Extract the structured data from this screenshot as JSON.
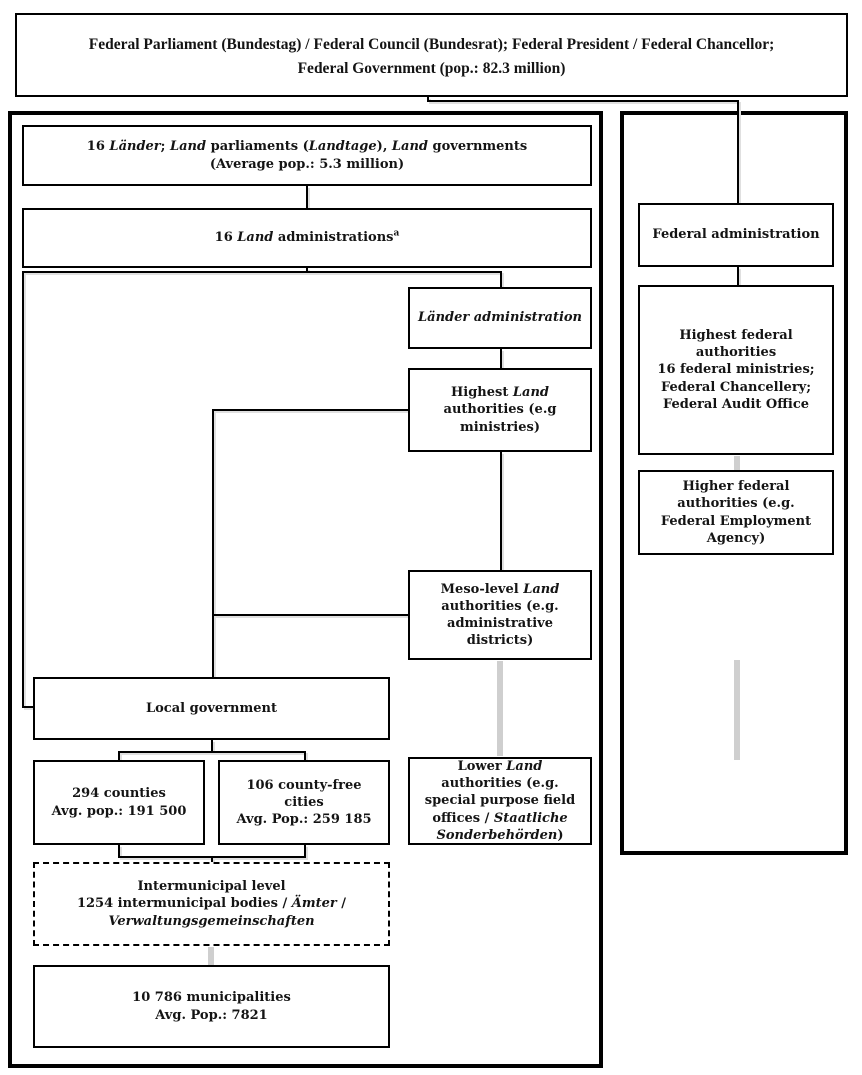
{
  "diagram_title": "German federal, Land and local administration structure",
  "colors": {
    "line": "#000000",
    "faded_line": "#cfcfcf",
    "background": "#ffffff",
    "text": "#141414"
  },
  "boxes": {
    "top": {
      "segments": [
        {
          "t": "Federal Parliament (Bundestag) / Federal Council (Bundesrat); Federal President / Federal Chancellor;"
        },
        {
          "br": true
        },
        {
          "t": "Federal Government (pop.: 82.3 million)"
        }
      ]
    },
    "laender": {
      "segments": [
        {
          "t": "16 "
        },
        {
          "t": "Länder",
          "i": true
        },
        {
          "t": "; "
        },
        {
          "t": "Land",
          "i": true
        },
        {
          "t": " parliaments ("
        },
        {
          "t": "Landtage",
          "i": true
        },
        {
          "t": "), "
        },
        {
          "t": "Land",
          "i": true
        },
        {
          "t": " governments"
        },
        {
          "br": true
        },
        {
          "t": "(Average pop.: 5.3 million)"
        }
      ]
    },
    "land_administrations": {
      "segments": [
        {
          "t": "16 "
        },
        {
          "t": "Land",
          "i": true
        },
        {
          "t": " administrations"
        },
        {
          "t": "a",
          "sup": true
        }
      ]
    },
    "laender_administration": {
      "segments": [
        {
          "t": "Länder administration",
          "i": true
        }
      ]
    },
    "highest_land": {
      "segments": [
        {
          "t": "Highest "
        },
        {
          "t": "Land",
          "i": true
        },
        {
          "t": " authorities (e.g ministries)"
        }
      ]
    },
    "meso_land": {
      "segments": [
        {
          "t": "Meso-level "
        },
        {
          "t": "Land",
          "i": true
        },
        {
          "t": " authorities (e.g. administrative districts)"
        }
      ]
    },
    "local_government": {
      "segments": [
        {
          "t": "Local government"
        }
      ]
    },
    "counties": {
      "segments": [
        {
          "t": "294 counties"
        },
        {
          "br": true
        },
        {
          "t": "Avg. pop.: 191 500"
        }
      ]
    },
    "county_free_cities": {
      "segments": [
        {
          "t": "106 county-free cities"
        },
        {
          "br": true
        },
        {
          "t": "Avg. Pop.: 259 185"
        }
      ]
    },
    "lower_land": {
      "segments": [
        {
          "t": "Lower "
        },
        {
          "t": "Land",
          "i": true
        },
        {
          "t": " authorities (e.g. special purpose field offices / "
        },
        {
          "t": "Staatliche Sonderbehörden",
          "i": true
        },
        {
          "t": ")"
        }
      ]
    },
    "intermunicipal": {
      "segments": [
        {
          "t": "Intermunicipal level"
        },
        {
          "br": true
        },
        {
          "t": "1254 intermunicipal bodies / "
        },
        {
          "t": "Ämter",
          "i": true
        },
        {
          "t": " /"
        },
        {
          "br": true
        },
        {
          "t": "Verwaltungsgemeinschaften",
          "i": true
        }
      ]
    },
    "municipalities": {
      "segments": [
        {
          "t": "10 786 municipalities"
        },
        {
          "br": true
        },
        {
          "t": "Avg. Pop.: 7821"
        }
      ]
    },
    "federal_administration": {
      "segments": [
        {
          "t": "Federal administration"
        }
      ]
    },
    "highest_federal": {
      "segments": [
        {
          "t": "Highest federal authorities"
        },
        {
          "br": true
        },
        {
          "t": "16 federal ministries; Federal Chancellery; Federal Audit Office"
        }
      ]
    },
    "higher_federal": {
      "segments": [
        {
          "t": "Higher federal authorities (e.g. Federal Employment Agency)"
        }
      ]
    }
  }
}
